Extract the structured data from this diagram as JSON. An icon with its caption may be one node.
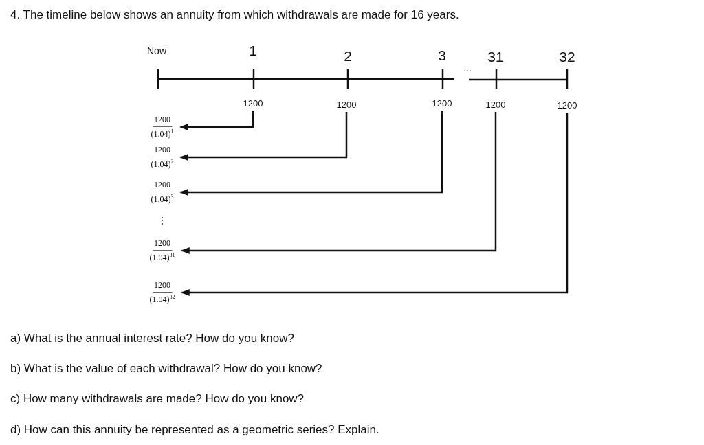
{
  "diagram": {
    "title": "4. The timeline below shows an annuity from which withdrawals are made for 16 years.",
    "nodes": [
      {
        "text": [
          "1200"
        ]
      },
      {
        "text": [
          "1200"
        ]
      },
      {
        "text": [
          "1200"
        ]
      },
      {
        "text": [
          "1200"
        ]
      },
      {
        "text": [
          "1200"
        ]
      },
      {
        "text": [
          "1200",
          "(1.04)$^{1}$"
        ]
      },
      {
        "text": [
          "1200",
          "(1.04)$^{2}$"
        ]
      },
      {
        "text": [
          "1200",
          "(1.04)$^{3}$"
        ]
      },
      {
        "text": [
          "1200",
          "(1.04)$^{31}$"
        ]
      },
      {
        "text": [
          "1200",
          "(1.04)$^{32}$"
        ]
      }
    ],
    "edges": [
      {
        "from": 0,
        "to": 5,
        "arrow": "to"
      },
      {
        "from": 1,
        "to": 6,
        "arrow": "to"
      },
      {
        "from": 2,
        "to": 7,
        "arrow": "to"
      },
      {
        "from": 3,
        "to": 8,
        "arrow": "to"
      },
      {
        "from": 4,
        "to": 9,
        "arrow": "to"
      }
    ],
    "labels": [
      "Now",
      "1",
      "2",
      "3",
      "...",
      "31",
      "32",
      "⋮",
      "a) What is the annual interest rate? How do you know?",
      "b) What is the value of each withdrawal? How do you know?",
      "c) How many withdrawals are made? How do you know?",
      "d) How can this annuity be represented as a geometric series? Explain."
    ]
  }
}
